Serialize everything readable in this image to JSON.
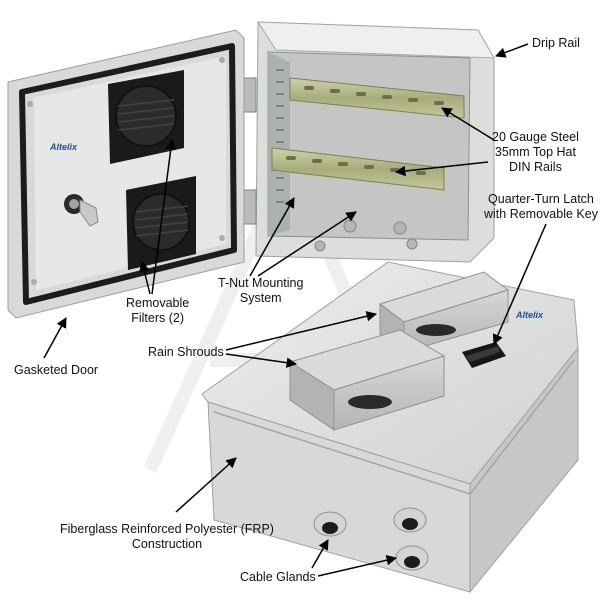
{
  "colors": {
    "enclosure_body": "#e3e5e3",
    "enclosure_shadow": "#c9ccca",
    "enclosure_dark": "#a9adab",
    "gasket": "#1c1c1c",
    "din_rail": "#b6b98a",
    "filter": "#1a1a1a",
    "brand_blue": "#1f4fa0",
    "leader_line": "#000000"
  },
  "brand": {
    "name": "Altelix"
  },
  "labels": {
    "drip_rail": "Drip Rail",
    "din_rails": [
      "20 Gauge Steel",
      "35mm Top Hat",
      "DIN Rails"
    ],
    "latch": [
      "Quarter-Turn Latch",
      "with Removable Key"
    ],
    "tnut": [
      "T-Nut Mounting",
      "System"
    ],
    "filters": [
      "Removable",
      "Filters (2)"
    ],
    "rain_shrouds": "Rain Shrouds",
    "gasketed_door": "Gasketed Door",
    "frp": [
      "Fiberglass Reinforced Polyester (FRP)",
      "Construction"
    ],
    "cable_glands": "Cable Glands"
  }
}
